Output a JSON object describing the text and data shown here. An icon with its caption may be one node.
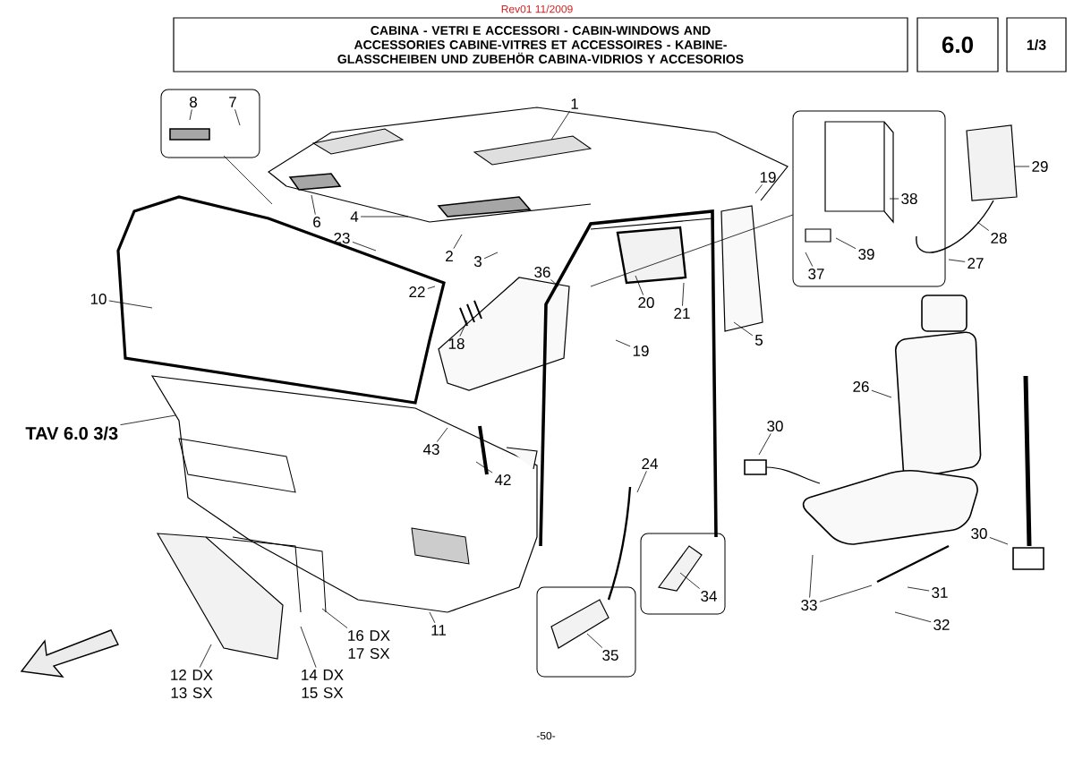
{
  "diagram": {
    "nodes": [
      {
        "text": [
          "CABINA - VETRI E ACCESSORI - CABIN-WINDOWS AND ACCESSORIES CABINE-VITRES ET ACCESSOIRES - KABINE-GLASSCHEIBEN UND ZUBEHÖR CABINA-VIDRIOS Y ACCESORIOS"
        ]
      },
      {
        "text": [
          "6.0"
        ]
      },
      {
        "text": [
          "1/3"
        ]
      },
      {
        "text": [
          "1"
        ]
      },
      {
        "text": [
          "8"
        ]
      },
      {
        "text": [
          "7"
        ]
      },
      {
        "text": [
          "6"
        ]
      },
      {
        "text": [
          "4"
        ]
      },
      {
        "text": [
          "23"
        ]
      },
      {
        "text": [
          "2"
        ]
      },
      {
        "text": [
          "3"
        ]
      },
      {
        "text": [
          "36"
        ]
      },
      {
        "text": [
          "22"
        ]
      },
      {
        "text": [
          "18"
        ]
      },
      {
        "text": [
          "10"
        ]
      },
      {
        "text": [
          "19"
        ]
      },
      {
        "text": [
          "38"
        ]
      },
      {
        "text": [
          "39"
        ]
      },
      {
        "text": [
          "37"
        ]
      },
      {
        "text": [
          "29"
        ]
      },
      {
        "text": [
          "28"
        ]
      },
      {
        "text": [
          "27"
        ]
      },
      {
        "text": [
          "20"
        ]
      },
      {
        "text": [
          "21"
        ]
      },
      {
        "text": [
          "5"
        ]
      },
      {
        "text": [
          "19"
        ]
      },
      {
        "text": [
          "26"
        ]
      },
      {
        "text": [
          "TAV 6.0 3/3"
        ]
      },
      {
        "text": [
          "30"
        ]
      },
      {
        "text": [
          "24"
        ]
      },
      {
        "text": [
          "43"
        ]
      },
      {
        "text": [
          "42"
        ]
      },
      {
        "text": [
          "30"
        ]
      },
      {
        "text": [
          "31"
        ]
      },
      {
        "text": [
          "32"
        ]
      },
      {
        "text": [
          "33"
        ]
      },
      {
        "text": [
          "34"
        ]
      },
      {
        "text": [
          "35"
        ]
      },
      {
        "text": [
          "11"
        ]
      },
      {
        "text": [
          "16 DX 17 SX"
        ]
      },
      {
        "text": [
          "12 DX 13 SX"
        ]
      },
      {
        "text": [
          "14 DX 15 SX"
        ]
      }
    ],
    "edges": [
      {
        "from": 3,
        "to": null,
        "arrow": "none"
      },
      {
        "from": 4,
        "to": null,
        "arrow": "none"
      },
      {
        "from": 5,
        "to": null,
        "arrow": "none"
      },
      {
        "from": 6,
        "to": null,
        "arrow": "none"
      },
      {
        "from": 7,
        "to": null,
        "arrow": "none"
      },
      {
        "from": 8,
        "to": null,
        "arrow": "none"
      },
      {
        "from": 9,
        "to": null,
        "arrow": "none"
      },
      {
        "from": 10,
        "to": null,
        "arrow": "none"
      },
      {
        "from": 11,
        "to": null,
        "arrow": "none"
      },
      {
        "from": 12,
        "to": null,
        "arrow": "none"
      },
      {
        "from": 13,
        "to": null,
        "arrow": "none"
      },
      {
        "from": 14,
        "to": null,
        "arrow": "none"
      },
      {
        "from": 15,
        "to": null,
        "arrow": "none"
      },
      {
        "from": 16,
        "to": null,
        "arrow": "none"
      },
      {
        "from": 17,
        "to": null,
        "arrow": "none"
      },
      {
        "from": 18,
        "to": null,
        "arrow": "none"
      },
      {
        "from": 19,
        "to": null,
        "arrow": "none"
      },
      {
        "from": 20,
        "to": null,
        "arrow": "none"
      },
      {
        "from": 21,
        "to": null,
        "arrow": "none"
      },
      {
        "from": 22,
        "to": null,
        "arrow": "none"
      },
      {
        "from": 23,
        "to": null,
        "arrow": "none"
      },
      {
        "from": 24,
        "to": null,
        "arrow": "none"
      },
      {
        "from": 25,
        "to": null,
        "arrow": "none"
      },
      {
        "from": 26,
        "to": null,
        "arrow": "none"
      },
      {
        "from": 27,
        "to": null,
        "arrow": "none"
      },
      {
        "from": 28,
        "to": null,
        "arrow": "none"
      },
      {
        "from": 29,
        "to": null,
        "arrow": "none"
      },
      {
        "from": 30,
        "to": null,
        "arrow": "none"
      },
      {
        "from": 31,
        "to": null,
        "arrow": "none"
      },
      {
        "from": 32,
        "to": null,
        "arrow": "none"
      },
      {
        "from": 33,
        "to": null,
        "arrow": "none"
      },
      {
        "from": 34,
        "to": null,
        "arrow": "none"
      },
      {
        "from": 35,
        "to": null,
        "arrow": "none"
      },
      {
        "from": 35,
        "to": null,
        "arrow": "none"
      },
      {
        "from": 36,
        "to": null,
        "arrow": "none"
      },
      {
        "from": 37,
        "to": null,
        "arrow": "none"
      },
      {
        "from": 38,
        "to": null,
        "arrow": "none"
      },
      {
        "from": 39,
        "to": null,
        "arrow": "none"
      },
      {
        "from": 40,
        "to": null,
        "arrow": "none"
      },
      {
        "from": 41,
        "to": null,
        "arrow": "none"
      }
    ],
    "labels": [
      "Rev01 11/2009",
      "-50-"
    ]
  }
}
